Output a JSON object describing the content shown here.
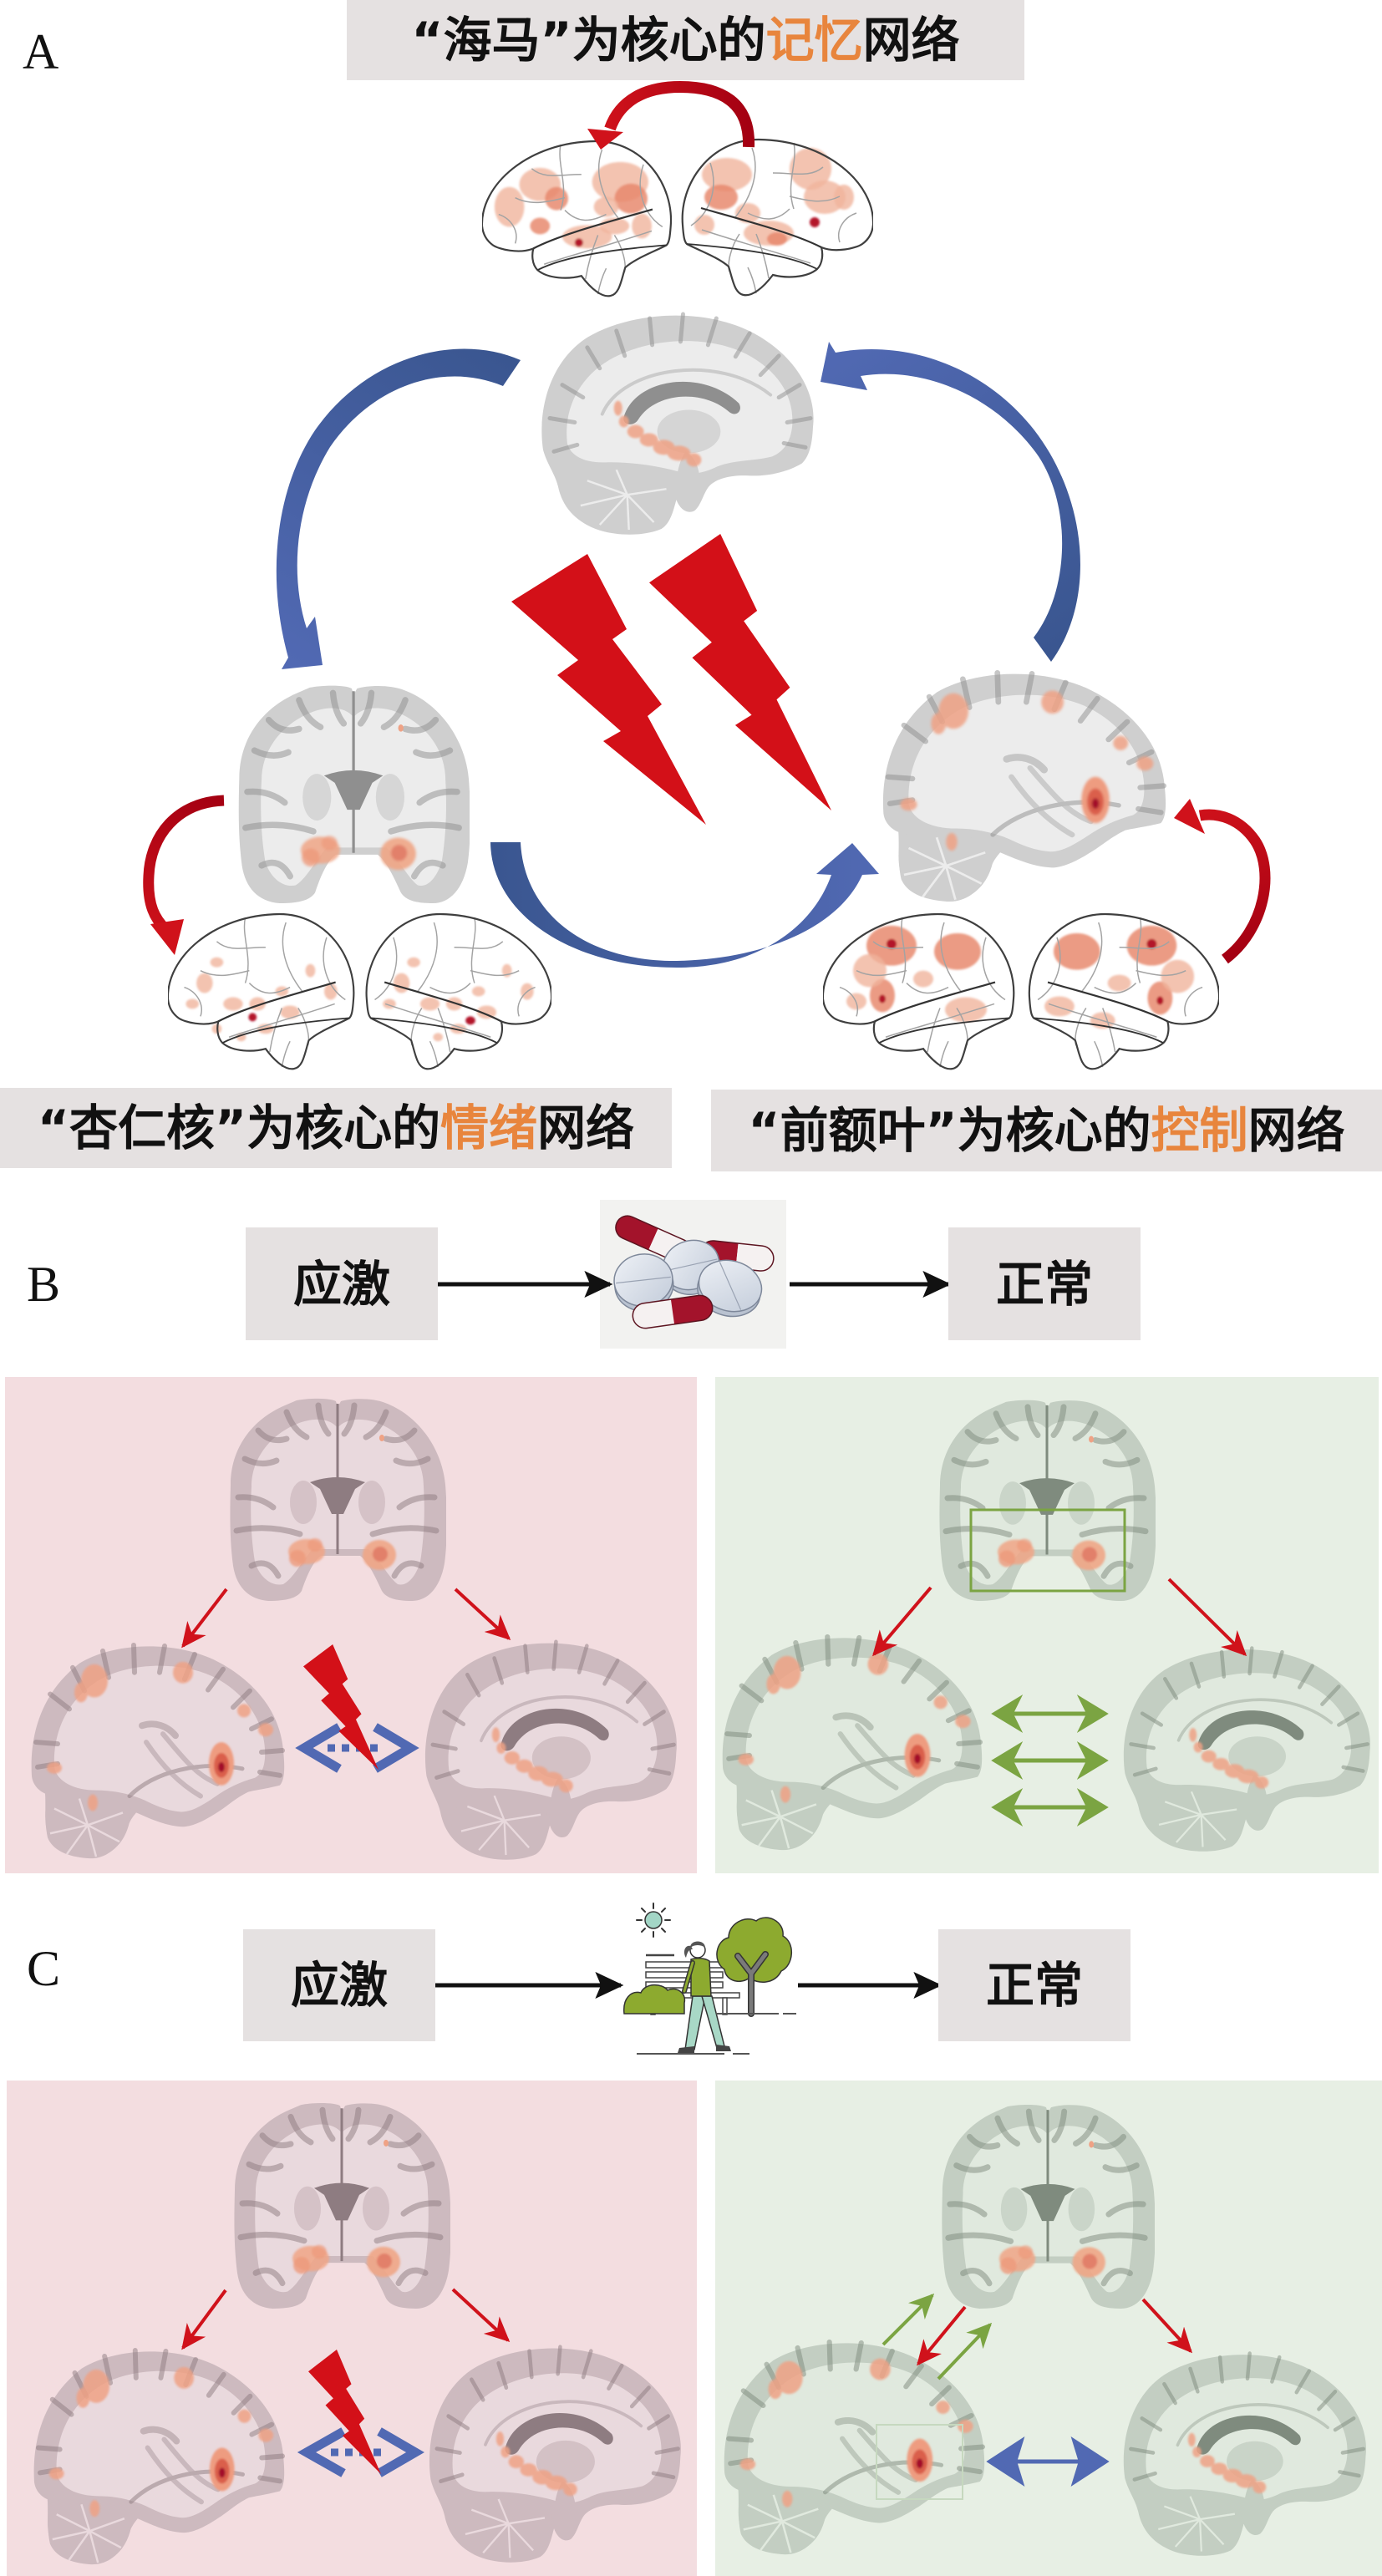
{
  "panel_a": {
    "label": "A",
    "memory_network": {
      "prefix": "“海马”为核心的",
      "highlight": "记忆",
      "suffix": "网络"
    },
    "emotion_network": {
      "prefix": "“杏仁核”为核心的",
      "highlight": "情绪",
      "suffix": "网络"
    },
    "control_network": {
      "prefix": "“前额叶”为核心的",
      "highlight": "控制",
      "suffix": "网络"
    }
  },
  "panel_b": {
    "label": "B",
    "from_state": "应激",
    "to_state": "正常",
    "intervention_icon": "pills-icon"
  },
  "panel_c": {
    "label": "C",
    "from_state": "应激",
    "to_state": "正常",
    "intervention_icon": "park-walk-icon"
  },
  "colors": {
    "highlight": "#E8853D",
    "label_box": "#E5E1E1",
    "stress_panel": "#F3DDE0",
    "normal_panel": "#E7EFE4",
    "bolt": "#D31018",
    "blue_arrow": "#5169B3",
    "red_arrow": "#D0121B",
    "green_arrow": "#7BA442"
  }
}
